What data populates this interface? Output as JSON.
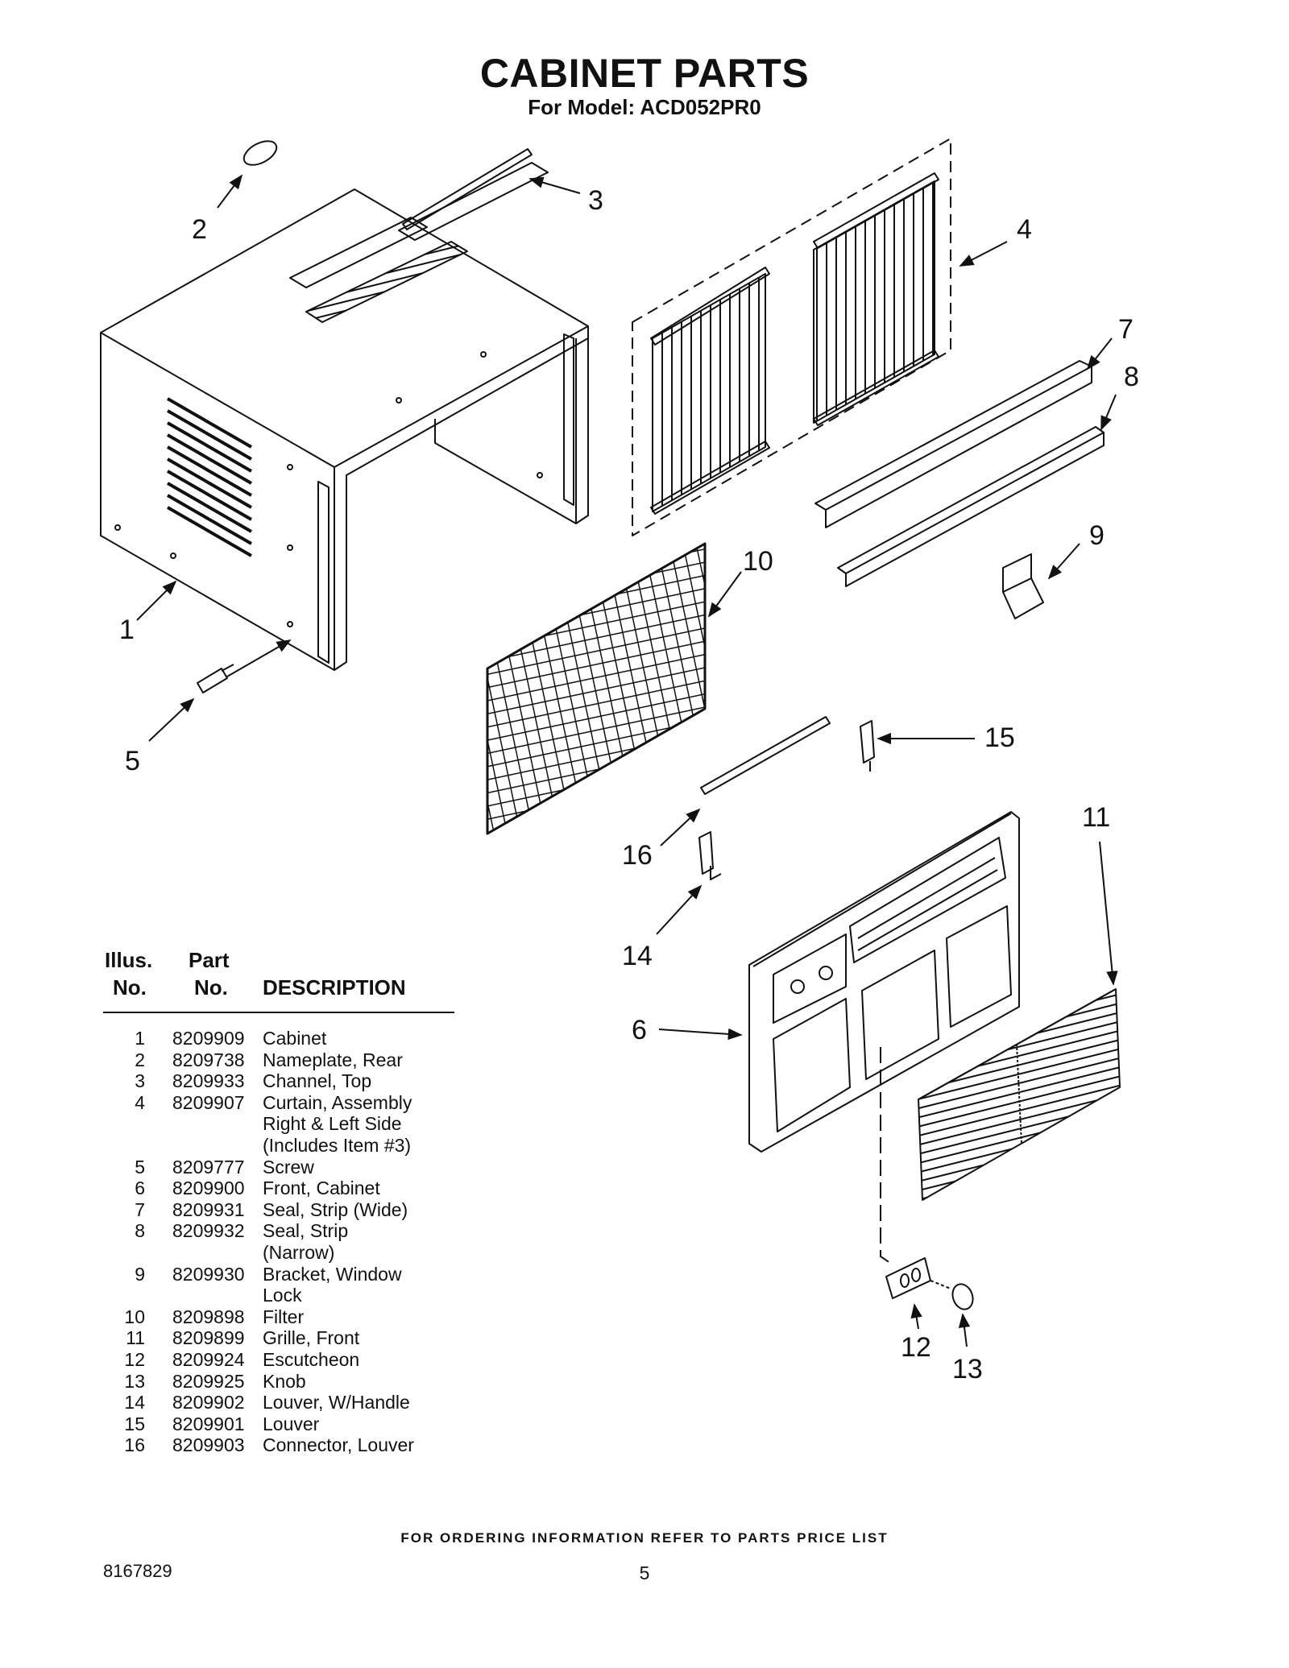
{
  "header": {
    "title": "CABINET PARTS",
    "subtitle": "For Model: ACD052PR0"
  },
  "callouts": [
    "1",
    "2",
    "3",
    "4",
    "5",
    "6",
    "7",
    "8",
    "9",
    "10",
    "11",
    "12",
    "13",
    "14",
    "15",
    "16"
  ],
  "table": {
    "headers": {
      "illus_line1": "Illus.",
      "illus_line2": "No.",
      "part_line1": "Part",
      "part_line2": "No.",
      "description": "DESCRIPTION"
    },
    "rows": [
      {
        "illus": "1",
        "part": "8209909",
        "desc": "Cabinet"
      },
      {
        "illus": "2",
        "part": "8209738",
        "desc": "Nameplate, Rear"
      },
      {
        "illus": "3",
        "part": "8209933",
        "desc": "Channel, Top"
      },
      {
        "illus": "4",
        "part": "8209907",
        "desc": "Curtain, Assembly\nRight & Left Side\n(Includes Item #3)"
      },
      {
        "illus": "5",
        "part": "8209777",
        "desc": "Screw"
      },
      {
        "illus": "6",
        "part": "8209900",
        "desc": "Front, Cabinet"
      },
      {
        "illus": "7",
        "part": "8209931",
        "desc": "Seal, Strip (Wide)"
      },
      {
        "illus": "8",
        "part": "8209932",
        "desc": "Seal, Strip\n(Narrow)"
      },
      {
        "illus": "9",
        "part": "8209930",
        "desc": "Bracket, Window\nLock"
      },
      {
        "illus": "10",
        "part": "8209898",
        "desc": "Filter"
      },
      {
        "illus": "11",
        "part": "8209899",
        "desc": "Grille, Front"
      },
      {
        "illus": "12",
        "part": "8209924",
        "desc": "Escutcheon"
      },
      {
        "illus": "13",
        "part": "8209925",
        "desc": "Knob"
      },
      {
        "illus": "14",
        "part": "8209902",
        "desc": "Louver, W/Handle"
      },
      {
        "illus": "15",
        "part": "8209901",
        "desc": "Louver"
      },
      {
        "illus": "16",
        "part": "8209903",
        "desc": "Connector, Louver"
      }
    ]
  },
  "footer": {
    "note": "FOR ORDERING INFORMATION REFER TO PARTS PRICE LIST",
    "doc_number": "8167829",
    "page_number": "5"
  }
}
